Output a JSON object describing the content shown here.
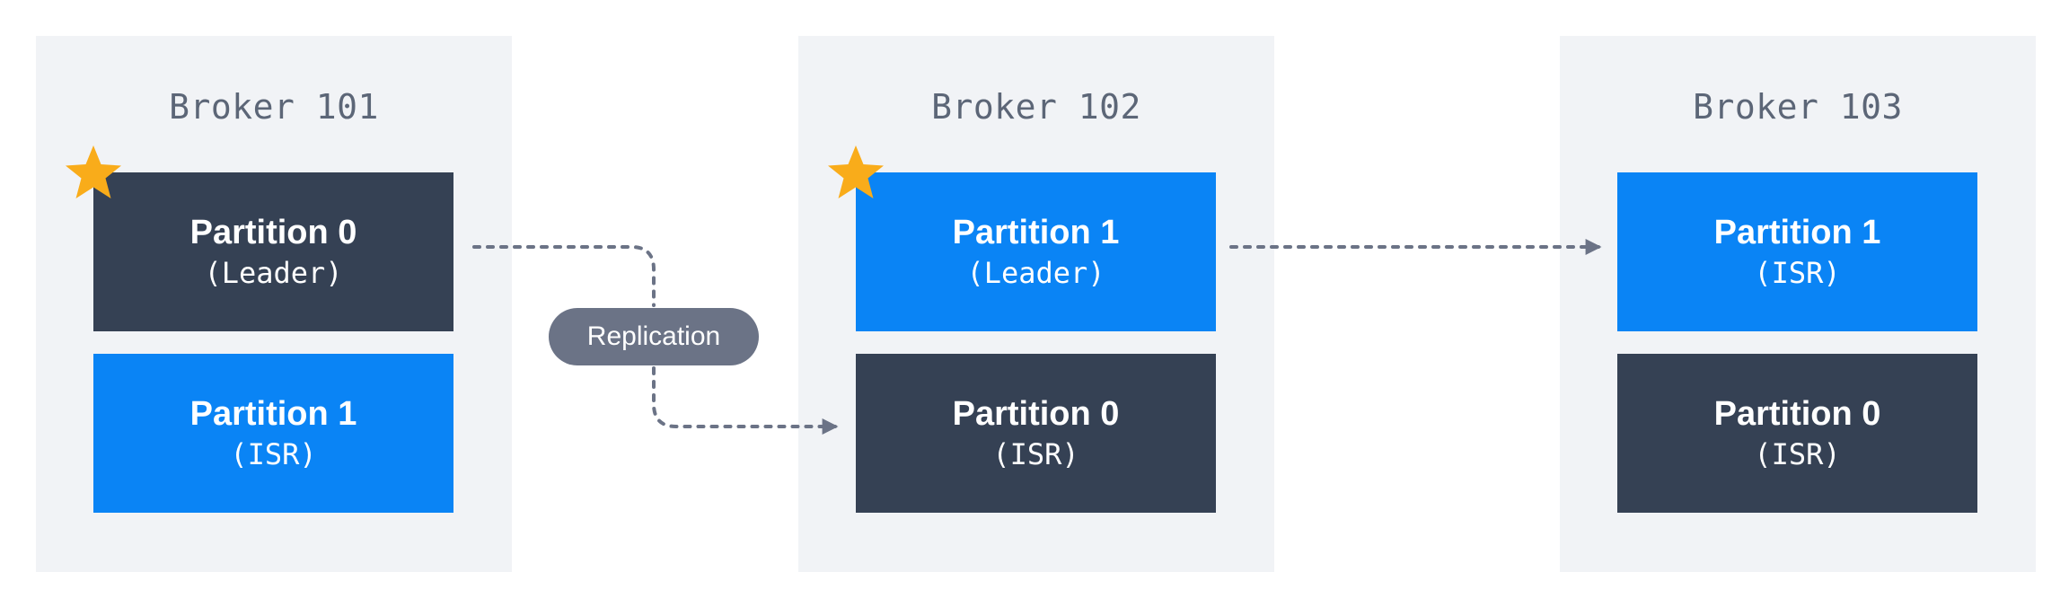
{
  "brokers": [
    {
      "title": "Broker 101",
      "partitions": [
        {
          "name": "Partition 0",
          "role": "(Leader)"
        },
        {
          "name": "Partition 1",
          "role": "(ISR)"
        }
      ]
    },
    {
      "title": "Broker 102",
      "partitions": [
        {
          "name": "Partition 1",
          "role": "(Leader)"
        },
        {
          "name": "Partition 0",
          "role": "(ISR)"
        }
      ]
    },
    {
      "title": "Broker 103",
      "partitions": [
        {
          "name": "Partition 1",
          "role": "(ISR)"
        },
        {
          "name": "Partition 0",
          "role": "(ISR)"
        }
      ]
    }
  ],
  "replication_label": "Replication",
  "colors": {
    "broker_bg": "#f1f3f6",
    "partition_blue": "#0a84f5",
    "partition_dark": "#354154",
    "star": "#f9ac1a",
    "arrow": "#6b7386",
    "pill": "#6b7386",
    "broker_title": "#5c6677"
  },
  "icons": {
    "leader_marker": "star-icon"
  }
}
